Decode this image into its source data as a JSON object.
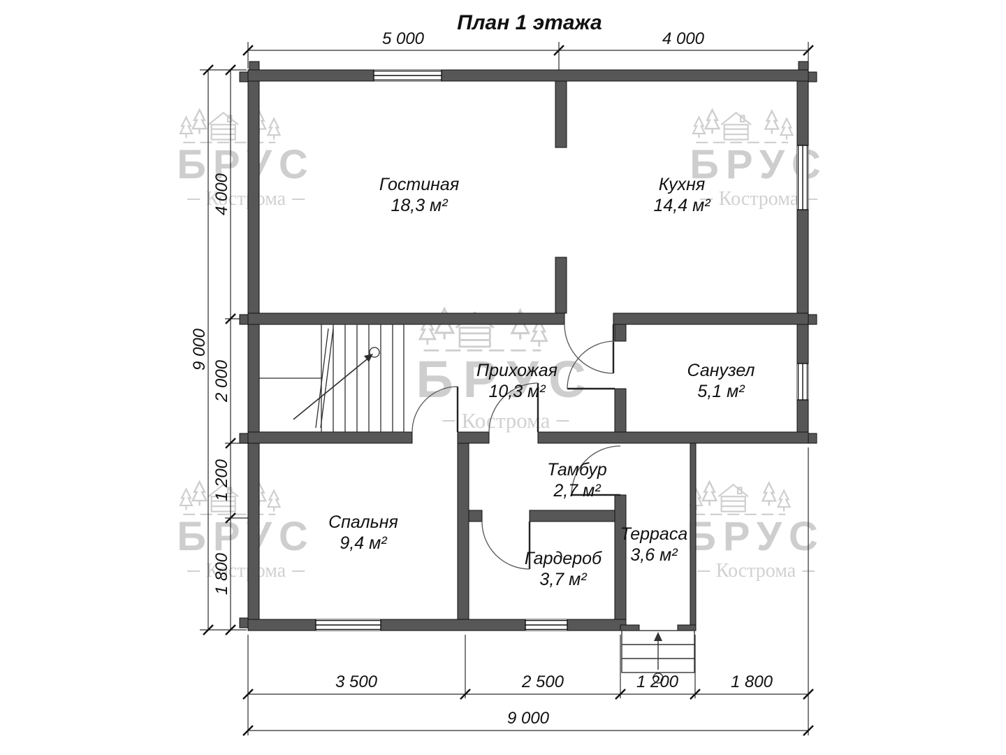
{
  "title": "План 1 этажа",
  "rooms": [
    {
      "name": "Гостиная",
      "area": "18,3 м²"
    },
    {
      "name": "Кухня",
      "area": "14,4 м²"
    },
    {
      "name": "Прихожая",
      "area": "10,3 м²"
    },
    {
      "name": "Санузел",
      "area": "5,1 м²"
    },
    {
      "name": "Тамбур",
      "area": "2,7 м²"
    },
    {
      "name": "Спальня",
      "area": "9,4 м²"
    },
    {
      "name": "Гардероб",
      "area": "3,7 м²"
    },
    {
      "name": "Терраса",
      "area": "3,6 м²"
    }
  ],
  "dimensions": {
    "top": [
      "5 000",
      "4 000"
    ],
    "left_segments": [
      "4 000",
      "2 000",
      "1 200",
      "1 800"
    ],
    "left_total": "9 000",
    "bottom_segments": [
      "3 500",
      "2 500",
      "1 200",
      "1 800"
    ],
    "bottom_total": "9 000"
  },
  "watermark": {
    "brand": "БРУС",
    "city": "Кострома"
  },
  "colors": {
    "wall": "#575757",
    "line": "#101010",
    "watermark": "#c6c6c6",
    "text": "#141414"
  }
}
